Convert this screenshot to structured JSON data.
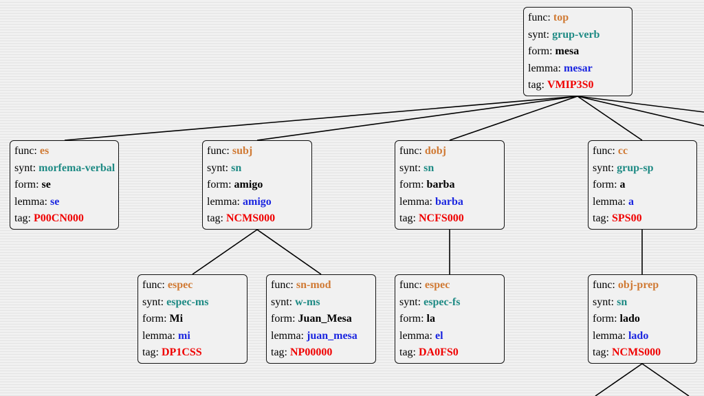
{
  "field_labels": {
    "func": "func:",
    "synt": "synt:",
    "form": "form:",
    "lemma": "lemma:",
    "tag": "tag:"
  },
  "nodes": {
    "top": {
      "func": "top",
      "synt": "grup-verb",
      "form": "mesa",
      "lemma": "mesar",
      "tag": "VMIP3S0"
    },
    "es": {
      "func": "es",
      "synt": "morfema-verbal",
      "form": "se",
      "lemma": "se",
      "tag": "P00CN000"
    },
    "subj": {
      "func": "subj",
      "synt": "sn",
      "form": "amigo",
      "lemma": "amigo",
      "tag": "NCMS000"
    },
    "dobj": {
      "func": "dobj",
      "synt": "sn",
      "form": "barba",
      "lemma": "barba",
      "tag": "NCFS000"
    },
    "cc": {
      "func": "cc",
      "synt": "grup-sp",
      "form": "a",
      "lemma": "a",
      "tag": "SPS00"
    },
    "espec1": {
      "func": "espec",
      "synt": "espec-ms",
      "form": "Mi",
      "lemma": "mi",
      "tag": "DP1CSS"
    },
    "snmod": {
      "func": "sn-mod",
      "synt": "w-ms",
      "form": "Juan_Mesa",
      "lemma": "juan_mesa",
      "tag": "NP00000"
    },
    "espec2": {
      "func": "espec",
      "synt": "espec-fs",
      "form": "la",
      "lemma": "el",
      "tag": "DA0FS0"
    },
    "objprep": {
      "func": "obj-prep",
      "synt": "sn",
      "form": "lado",
      "lemma": "lado",
      "tag": "NCMS000"
    }
  },
  "edges": [
    [
      "top",
      "es"
    ],
    [
      "top",
      "subj"
    ],
    [
      "top",
      "dobj"
    ],
    [
      "top",
      "cc"
    ],
    [
      "subj",
      "espec1"
    ],
    [
      "subj",
      "snmod"
    ],
    [
      "dobj",
      "espec2"
    ],
    [
      "cc",
      "objprep"
    ]
  ]
}
